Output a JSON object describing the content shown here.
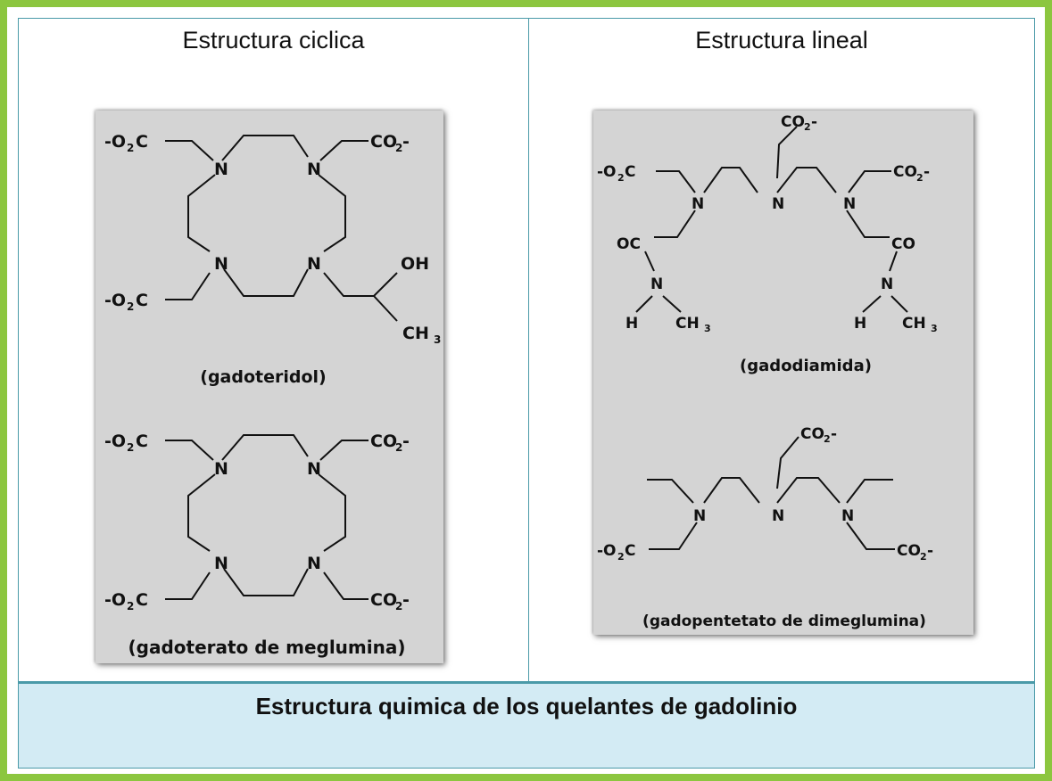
{
  "headers": {
    "cyclic": "Estructura ciclica",
    "linear": "Estructura lineal"
  },
  "caption": "Estructura quimica de los quelantes de gadolinio",
  "atoms": {
    "nitrogen": "N",
    "hydroxyl": "OH",
    "carbonyl_right": "CO",
    "carbonyl_left": "OC",
    "hydrogen": "H"
  },
  "groups": {
    "carboxylate_left": "-O",
    "carboxylate_right": "CO",
    "methyl": "CH"
  },
  "compounds": {
    "gadoteridol": "(gadoteridol)",
    "gadoterato": "(gadoterato de meglumina)",
    "gadodiamida": "(gadodiamida)",
    "gadopentetato": "(gadopentetato de dimeglumina)"
  },
  "colors": {
    "frame": "#8cc63f",
    "grid_lines": "#4a9aa8",
    "caption_bg": "#d3ebf4",
    "panel_bg": "#d4d4d4"
  }
}
